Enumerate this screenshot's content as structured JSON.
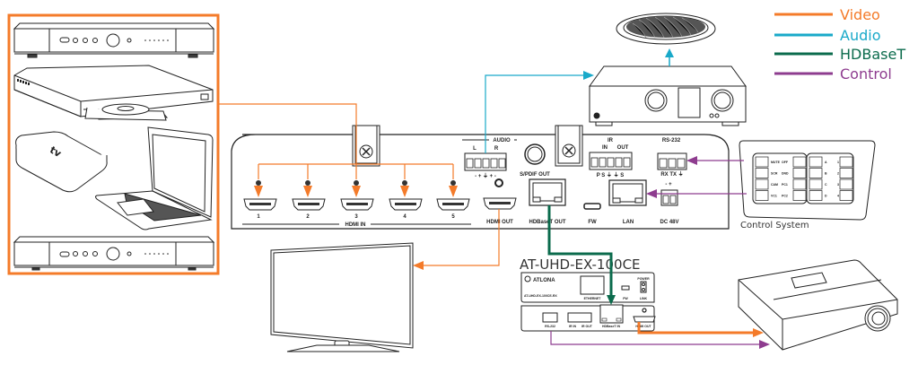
{
  "legend": [
    {
      "label": "Video",
      "color": "#f47b2a"
    },
    {
      "label": "Audio",
      "color": "#19a9c9"
    },
    {
      "label": "HDBaseT",
      "color": "#0b6b4c"
    },
    {
      "label": "Control",
      "color": "#8e3c8f"
    }
  ],
  "colors": {
    "video": "#f47b2a",
    "audio": "#19a9c9",
    "hdbaset": "#0b6b4c",
    "control": "#8e3c8f",
    "outline": "#222222"
  },
  "sources": {
    "label_icons": [
      "set-top-box",
      "blu-ray-player",
      "apple-tv",
      "laptop",
      "set-top-box"
    ],
    "apple_tv_logo": "tv"
  },
  "switcher": {
    "hdmi_in_label": "HDMI IN",
    "hdmi_in_ports": [
      "1",
      "2",
      "3",
      "4",
      "5"
    ],
    "hdmi_out_label": "HDMI OUT",
    "audio_label": "AUDIO",
    "audio_l": "L",
    "audio_r": "R",
    "audio_pins": "-  +  ⏚  +  -",
    "spdif_label": "S/PDIF OUT",
    "hdbaset_out_label": "HDBaseT OUT",
    "fw_label": "FW",
    "lan_label": "LAN",
    "ir_label": "IR",
    "ir_in": "IN",
    "ir_out": "OUT",
    "ir_pins": "P   S  ⏚  ⏚  S",
    "rs232_label": "RS-232",
    "rs232_pins": "RX TX ⏚",
    "dc_label": "DC 48V",
    "dc_pins": "-  +"
  },
  "extender": {
    "model": "AT-UHD-EX-100CE",
    "brand": "ATLONA",
    "model_small": "AT-UHD-EX-100CE-RX",
    "ethernet_label": "ETHERNET",
    "fw_label": "FW",
    "power_label": "POWER",
    "link_label": "LINK",
    "rs232_label": "RS-232",
    "ir_in_label": "IR IN",
    "ir_out_label": "IR OUT",
    "hdbaset_in_label": "HDBaseT IN",
    "hdmi_out_label": "HDMI OUT"
  },
  "control_system": {
    "caption": "Control System",
    "left_keys": [
      "MUTE",
      "OFF",
      "SCR",
      "DND",
      "CAM",
      "PC1",
      "VC1",
      "PC2"
    ],
    "right_keys": [
      "A",
      "1",
      "B",
      "2",
      "C",
      "3",
      "D",
      "4"
    ]
  }
}
